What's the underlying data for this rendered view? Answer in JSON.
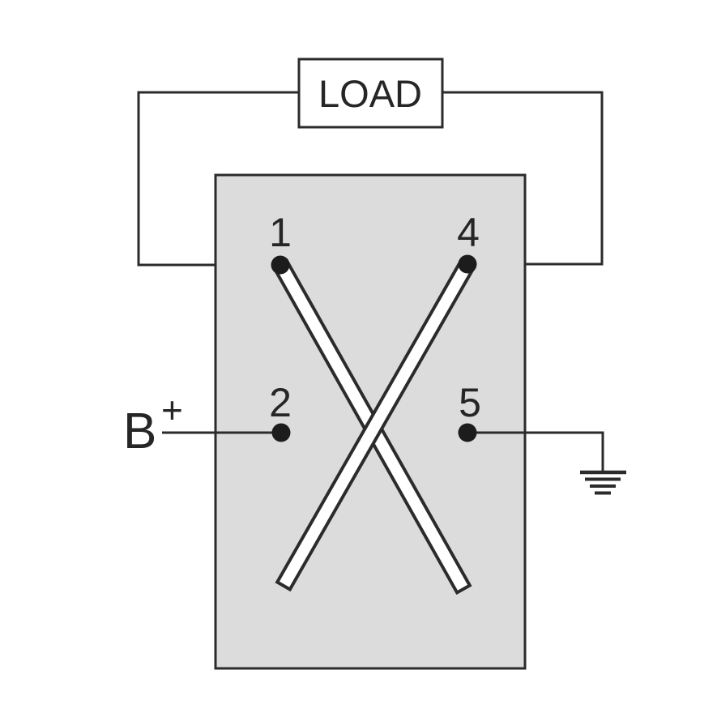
{
  "diagram": {
    "load_label": "LOAD",
    "battery": {
      "label": "B",
      "polarity": "+"
    },
    "terminals": {
      "t1": "1",
      "t2": "2",
      "t4": "4",
      "t5": "5"
    }
  },
  "colors": {
    "background": "#ffffff",
    "line": "#2b2b2b",
    "text": "#262626",
    "switch_body_fill": "#dcdcdc",
    "load_box_fill": "#ffffff",
    "terminal_dot": "#1c1c1c",
    "contact_bar_fill": "#ffffff"
  }
}
